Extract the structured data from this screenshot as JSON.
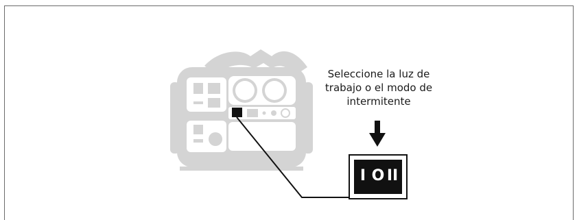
{
  "caption": {
    "line1": "Seleccione la luz de",
    "line2": "trabajo o el modo de",
    "line3": "intermitente"
  },
  "switch": {
    "label_on": "I",
    "label_mid": "O",
    "label_off": "II"
  },
  "colors": {
    "device": "#d4d4d4",
    "device_detail": "#ffffff",
    "ink": "#1a1a1a",
    "switch_body": "#111111"
  },
  "icons": [
    "power-station-icon",
    "down-arrow-icon",
    "rocker-switch-icon"
  ]
}
